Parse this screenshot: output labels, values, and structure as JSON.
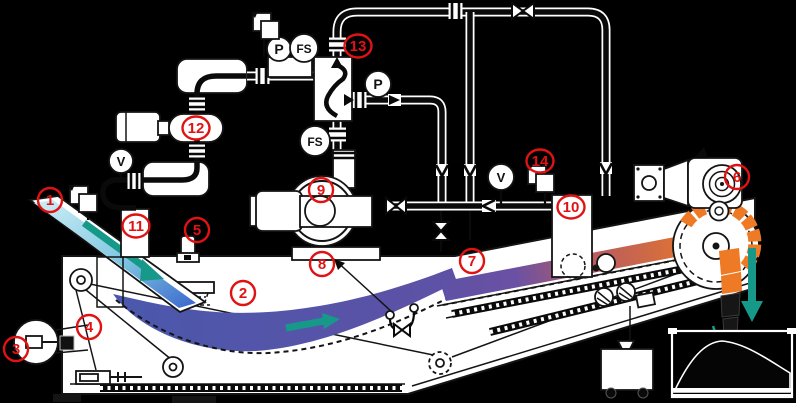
{
  "diagram_type": "sludge-dewatering-machine-process-diagram",
  "colors": {
    "background": "#000000",
    "machine_fill": "#ffffff",
    "line": "#141414",
    "label_red": "#e01212",
    "flow_teal": "#17998a",
    "chute_light": "#cfeef6",
    "chute_deep": "#3a66cc",
    "pool_blue_left": "#4a58ac",
    "pool_blue_right": "#5e51a5",
    "belt_purple": "#6b51a3",
    "belt_red": "#b75a64",
    "belt_salmon": "#cf6a44",
    "belt_orange": "#ee7a25",
    "discharge_dark": "#161616"
  },
  "part_labels": {
    "l1": "1",
    "l2": "2",
    "l3": "3",
    "l4": "4",
    "l5": "5",
    "l6": "6",
    "l7": "7",
    "l8": "8",
    "l9": "9",
    "l10": "10",
    "l11": "11",
    "l12": "12",
    "l13": "13",
    "l14": "14"
  },
  "instruments": {
    "pressure_1": "P",
    "flow_switch_1": "FS",
    "pressure_2": "P",
    "flow_switch_2": "FS",
    "gauge_v1": "V",
    "gauge_v2": "V"
  }
}
